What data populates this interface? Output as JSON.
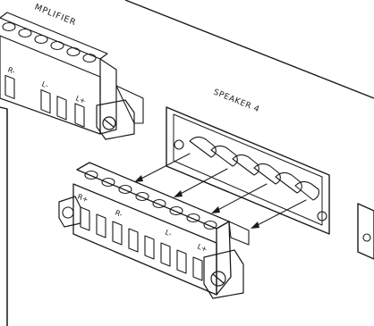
{
  "labels": {
    "amplifier": "MPLIFIER",
    "speaker": "SPEAKER 4"
  },
  "top_block_terminals": [
    "R-",
    "L-",
    "L+"
  ],
  "plug_terminals": [
    "R+",
    "R-",
    "L-",
    "L+"
  ],
  "colors": {
    "ink": "#1a1a1a",
    "panel": "#ffffff",
    "socket_shade": "#9a9a9a",
    "dark_fill": "#3a3a3a"
  }
}
